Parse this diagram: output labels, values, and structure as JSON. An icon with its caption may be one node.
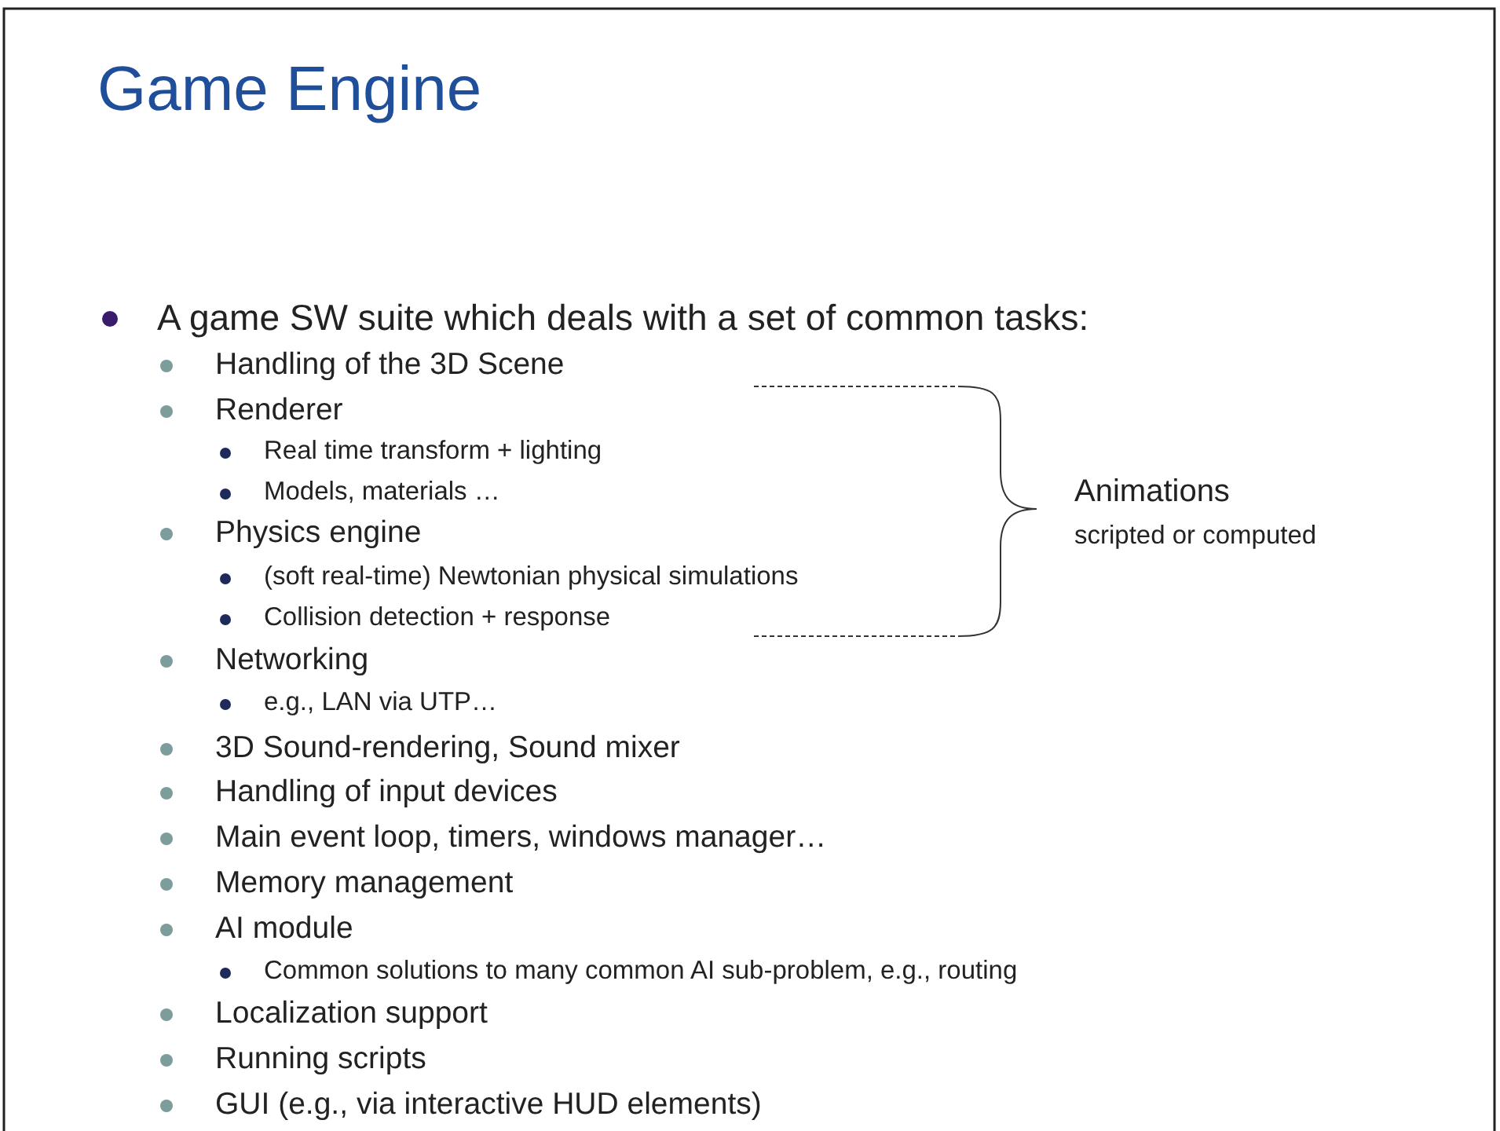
{
  "diagram": {
    "title": "Game Engine",
    "labels": [
      "A game SW suite which deals with a set of common tasks:",
      "Handling of the 3D Scene",
      "Renderer",
      "Real time transform + lighting",
      "Models, materials …",
      "Physics engine",
      "(soft real-time) Newtonian physical simulations",
      "Collision detection + response",
      "Networking",
      "e.g., LAN via UTP…",
      "3D Sound-rendering, Sound mixer",
      "Handling of input devices",
      "Main event loop, timers, windows manager…",
      "Memory management",
      "AI module",
      "Common solutions to many common AI sub-problem, e.g., routing",
      "Localization support",
      "Running scripts",
      "GUI (e.g., via interactive HUD elements)",
      "Animations",
      "scripted or computed"
    ]
  }
}
